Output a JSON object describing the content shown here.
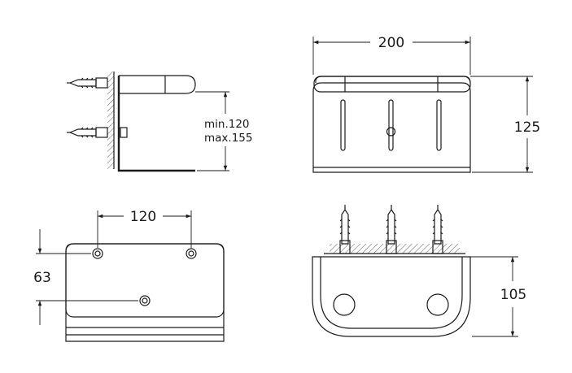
{
  "dimensions": {
    "width_top": "200",
    "height_front": "125",
    "min_label": "min.120",
    "max_label": "max.155",
    "hole_spacing": "120",
    "vertical_offset": "63",
    "height_bottom": "105"
  }
}
